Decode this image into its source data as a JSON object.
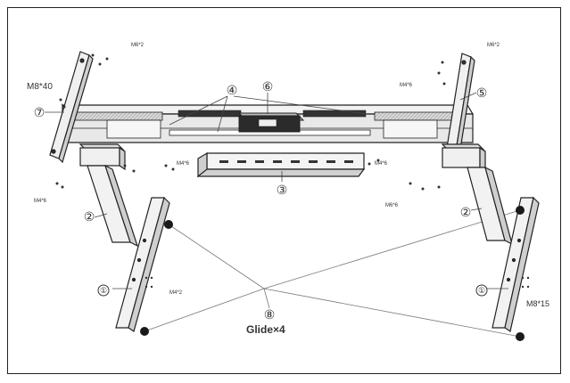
{
  "callouts": {
    "c1": "①",
    "c2": "②",
    "c3": "③",
    "c4": "④",
    "c5": "⑤",
    "c6": "⑥",
    "c7": "⑦",
    "c8": "⑧"
  },
  "labels": {
    "m8x40": "M8*40",
    "m8x15": "M8*15",
    "m6x2_top_left": "M6*2",
    "m6x2_top_right": "M6*2",
    "m4x6_top": "M4*6",
    "m4x6_mid_left": "M4*6",
    "m4x6_mid_right": "M4*6",
    "m4x6_left": "M4*6",
    "m6x6_right": "M6*6",
    "m4x2_leg": "M4*2",
    "glide": "Glide×4"
  }
}
